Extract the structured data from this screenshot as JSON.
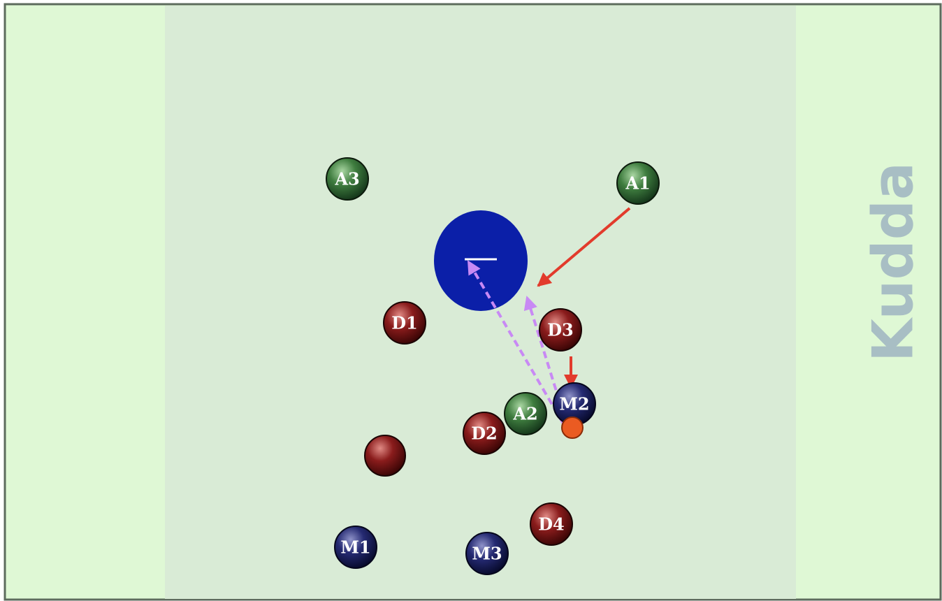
{
  "brand": {
    "watermark": "Kudda"
  },
  "colors": {
    "outer_field": "#dff8d5",
    "center_zone": "#d9ebd6",
    "border": "#5d6b5d",
    "attacker": "#3f7d3f",
    "defender": "#7a1717",
    "midfielder": "#1d2260",
    "goal_zone": "#0b1fa8",
    "ball": "#ea5b22",
    "move_arrow": "#e23b2c",
    "pass_arrow": "#c889f4"
  },
  "players": [
    {
      "id": "a3",
      "team": "attacker",
      "label": "A3"
    },
    {
      "id": "a1",
      "team": "attacker",
      "label": "A1"
    },
    {
      "id": "a2",
      "team": "attacker",
      "label": "A2"
    },
    {
      "id": "d1",
      "team": "defender",
      "label": "D1"
    },
    {
      "id": "d3",
      "team": "defender",
      "label": "D3"
    },
    {
      "id": "d2",
      "team": "defender",
      "label": "D2"
    },
    {
      "id": "d4",
      "team": "defender",
      "label": "D4"
    },
    {
      "id": "d-unlabeled",
      "team": "defender",
      "label": ""
    },
    {
      "id": "m2",
      "team": "midfielder",
      "label": "M2"
    },
    {
      "id": "m1",
      "team": "midfielder",
      "label": "M1"
    },
    {
      "id": "m3",
      "team": "midfielder",
      "label": "M3"
    }
  ]
}
